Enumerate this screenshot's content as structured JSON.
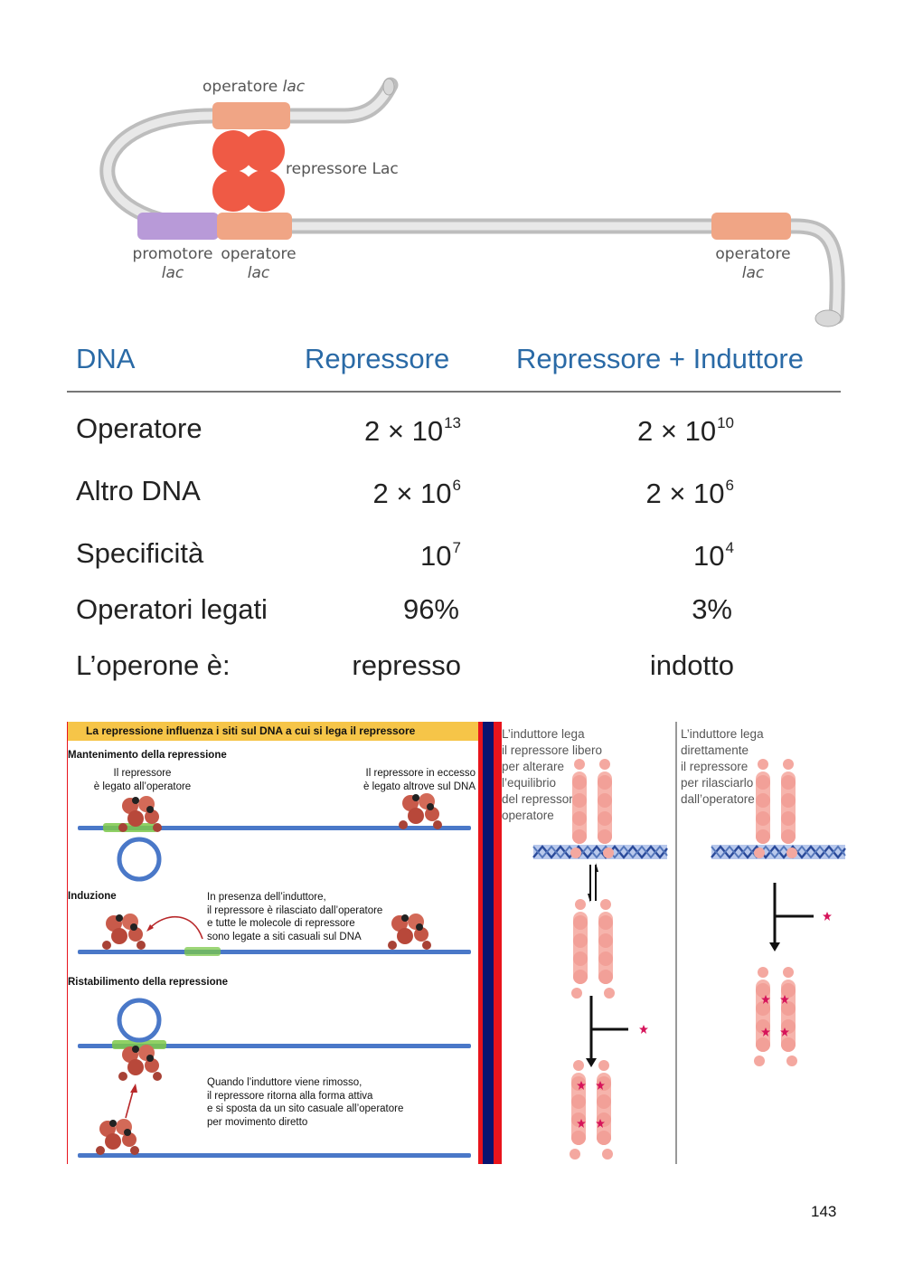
{
  "top_diagram": {
    "operator_top": {
      "word": "operatore",
      "italic": "lac"
    },
    "repressor": "repressore Lac",
    "promoter": {
      "word": "promotore",
      "italic": "lac"
    },
    "operator_mid": {
      "word": "operatore",
      "italic": "lac"
    },
    "operator_right": {
      "word": "operatore",
      "italic": "lac"
    }
  },
  "table": {
    "headers": [
      "DNA",
      "Repressore",
      "Repressore + Induttore"
    ],
    "rows": [
      {
        "label": "Operatore",
        "rep": {
          "base": "2 × 10",
          "exp": "13"
        },
        "ind": {
          "base": "2 × 10",
          "exp": "10"
        }
      },
      {
        "label": "Altro DNA",
        "rep": {
          "base": "2 × 10",
          "exp": "6"
        },
        "ind": {
          "base": "2 × 10",
          "exp": "6"
        }
      },
      {
        "label": "Specificità",
        "rep": {
          "base": "10",
          "exp": "7"
        },
        "ind": {
          "base": "10",
          "exp": "4"
        }
      },
      {
        "label": "Operatori legati",
        "rep": {
          "base": "96%",
          "exp": ""
        },
        "ind": {
          "base": "3%",
          "exp": ""
        }
      },
      {
        "label": "L’operone è:",
        "rep": {
          "base": "represso",
          "exp": ""
        },
        "ind": {
          "base": "indotto",
          "exp": ""
        }
      }
    ]
  },
  "left_panel": {
    "title": "La repressione influenza i siti sul DNA a cui si lega il repressore",
    "section1": "Mantenimento della repressione",
    "s1_left": [
      "Il repressore",
      "è legato all’operatore"
    ],
    "s1_right": [
      "Il repressore in eccesso",
      "è legato altrove sul DNA"
    ],
    "section2": "Induzione",
    "s2_text": [
      "In presenza dell’induttore,",
      "il repressore è rilasciato dall’operatore",
      "e tutte le molecole di repressore",
      "sono legate a siti casuali sul DNA"
    ],
    "section3": "Ristabilimento della repressione",
    "s3_text": [
      "Quando l’induttore viene rimosso,",
      "il repressore ritorna alla forma attiva",
      "e si sposta da un sito casuale all’operatore",
      "per movimento diretto"
    ]
  },
  "mid_panel": {
    "text": [
      "L’induttore lega",
      "il repressore libero",
      "per alterare",
      "l’equilibrio",
      "del repressore-",
      "operatore"
    ]
  },
  "right_panel": {
    "text": [
      "L’induttore lega",
      "direttamente",
      "il repressore",
      "per rilasciarlo",
      "dall’operatore"
    ]
  },
  "page_number": "143",
  "colors": {
    "operator": "#f0a585",
    "repressor": "#ef5a45",
    "promoter": "#b89ad8",
    "dna_grey": "#c8c8c8",
    "header_blue": "#2a6aa6",
    "panel_yellow": "#f6c548",
    "bar_red": "#e8141c",
    "bar_navy": "#0a1470",
    "helix_blue": "#5577bb",
    "star": "#d6145a"
  }
}
